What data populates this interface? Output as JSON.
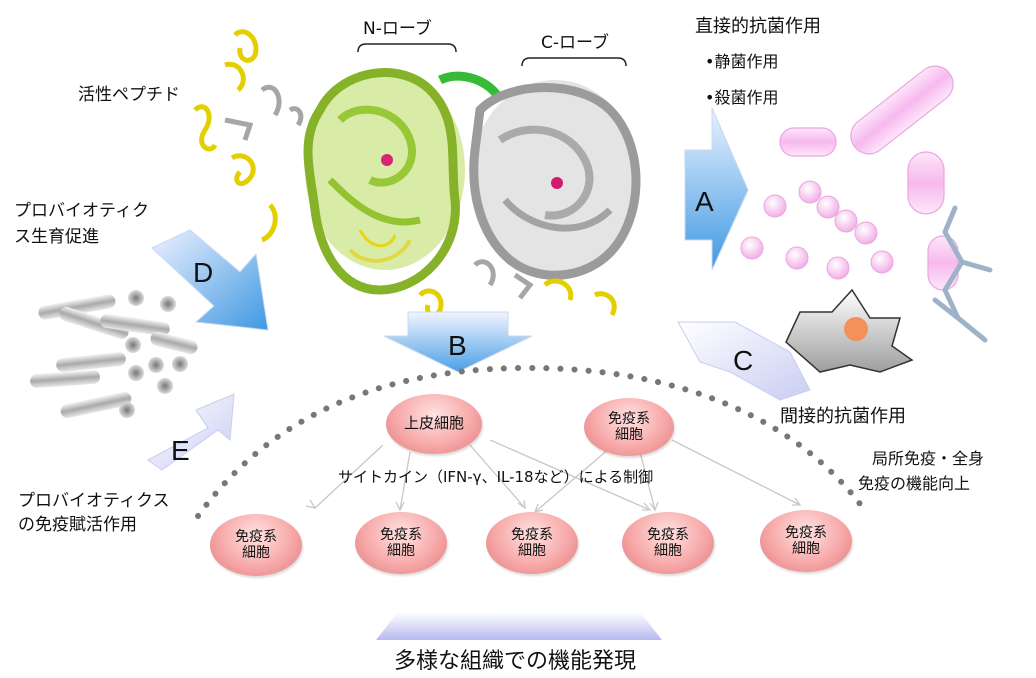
{
  "labels": {
    "n_lobe": "N-ローブ",
    "c_lobe": "C-ローブ",
    "active_peptide": "活性ペプチド",
    "direct_title": "直接的抗菌作用",
    "direct_item1": "•静菌作用",
    "direct_item2": "•殺菌作用",
    "probiotic_growth_line1": "プロバイオティク",
    "probiotic_growth_line2": "ス生育促進",
    "indirect_title": "間接的抗菌作用",
    "immune_line1": "局所免疫・全身",
    "immune_line2": "免疫の機能向上",
    "probiotic_immune_line1": "プロバイオティクス",
    "probiotic_immune_line2": "の免疫賦活作用",
    "cytokine": "サイトカイン（IFN-γ、IL-18など）による制御",
    "bottom": "多様な組織での機能発現"
  },
  "arrows": {
    "a": "A",
    "b": "B",
    "c": "C",
    "d": "D",
    "e": "E"
  },
  "cells": {
    "epithelial": "上皮細胞",
    "immune_top_line1": "免疫系",
    "immune_top_line2": "細胞",
    "immune_line1": "免疫系",
    "immune_line2": "細胞"
  },
  "colors": {
    "arrow_blue": "#5aa6e0",
    "cell_pink": "#f4a0a0",
    "bacteria_pink": "#f7c6ef",
    "protein_green": "#9acd32",
    "protein_gray": "#b8b8b8",
    "peptide_yellow": "#e8d300"
  }
}
